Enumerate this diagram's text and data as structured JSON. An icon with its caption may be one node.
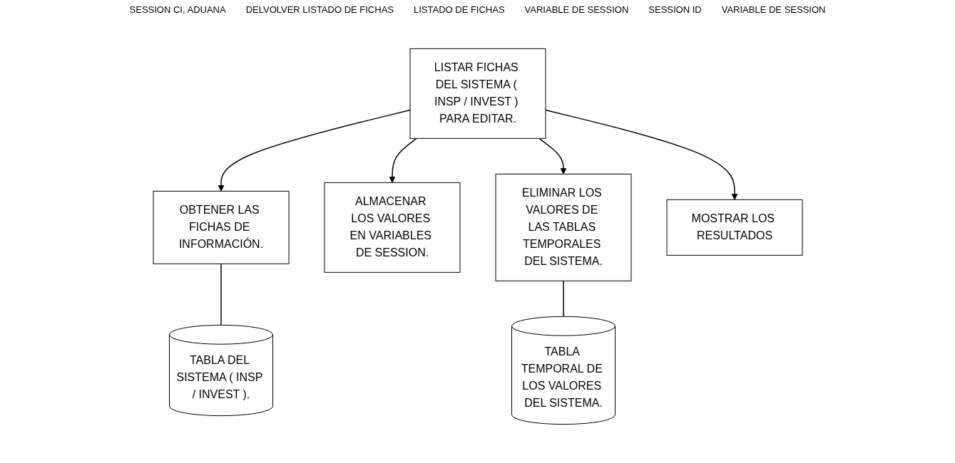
{
  "diagram": {
    "nodes": [
      {
        "text": [
          "LISTAR FICHAS DEL SISTEMA ( INSP / INVEST ) PARA EDITAR."
        ]
      },
      {
        "text": [
          "OBTENER LAS FICHAS DE INFORMACIÓN."
        ]
      },
      {
        "text": [
          "ALMACENAR LOS VALORES EN VARIABLES DE SESSION."
        ]
      },
      {
        "text": [
          "ELIMINAR LOS VALORES DE LAS TABLAS TEMPORALES DEL SISTEMA."
        ]
      },
      {
        "text": [
          "MOSTRAR LOS RESULTADOS"
        ]
      },
      {
        "text": [
          "TABLA DEL SISTEMA ( INSP / INVEST )."
        ]
      },
      {
        "text": [
          "TABLA TEMPORAL DE LOS VALORES DEL SISTEMA."
        ]
      }
    ],
    "edges": [
      {
        "from": 0,
        "to": 1,
        "arrow": "to"
      },
      {
        "from": 0,
        "to": 2,
        "arrow": "to"
      },
      {
        "from": 0,
        "to": 3,
        "arrow": "to"
      },
      {
        "from": 0,
        "to": 4,
        "arrow": "to"
      },
      {
        "from": 1,
        "to": 5,
        "arrow": "none"
      },
      {
        "from": 3,
        "to": 6,
        "arrow": "none"
      }
    ],
    "labels": [
      "SESSION CI, ADUANA",
      "DELVOLVER LISTADO DE FICHAS",
      "LISTADO DE FICHAS",
      "VARIABLE DE SESSION",
      "SESSION ID",
      "VARIABLE DE SESSION"
    ]
  }
}
